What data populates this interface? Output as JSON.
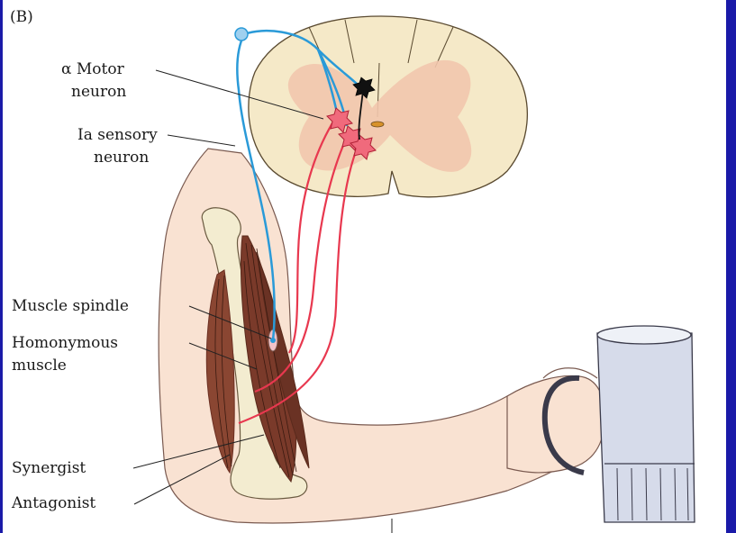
{
  "figure_label": "(B)",
  "labels": {
    "alpha_motor_1": "α Motor",
    "alpha_motor_2": "neuron",
    "ia_sensory_1": "Ia sensory",
    "ia_sensory_2": "neuron",
    "muscle_spindle": "Muscle spindle",
    "homonymous_1": "Homonymous",
    "homonymous_2": "muscle",
    "synergist": "Synergist",
    "antagonist": "Antagonist"
  },
  "colors": {
    "frame": "#1a1aa8",
    "sensory": "#2a9ad8",
    "motor": "#e8384f",
    "spinal_cord": "#f5e9c8",
    "grey_matter": "#f2c7ad",
    "skin": "#f9e2d2",
    "muscle": "#7a3a2a",
    "bone": "#f3ecd0",
    "mug": "#cfd5e6"
  }
}
